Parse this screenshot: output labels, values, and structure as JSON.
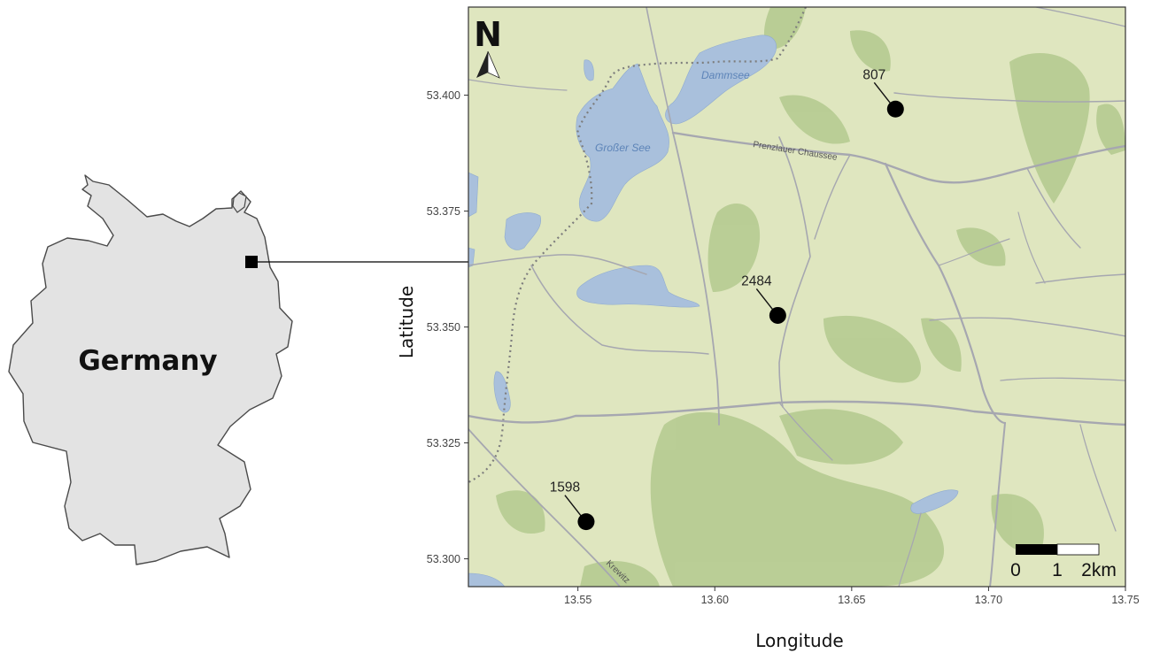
{
  "inset": {
    "country_label": "Germany"
  },
  "map": {
    "place_labels": {
      "lake_1": "Dammsee",
      "lake_2": "Großer See",
      "road_1": "Prenzlauer Chaussee",
      "road_2": "Krewitz"
    },
    "north_arrow": "N",
    "scale_bar": {
      "labels": [
        "0",
        "1",
        "2km"
      ],
      "segments_km": [
        1,
        1
      ]
    },
    "colors": {
      "land": "#dfe6bf",
      "forest": "#b3c98f",
      "water": "#a9c0dc",
      "road": "#a6a7b0",
      "border": "#7d7d7d"
    }
  },
  "chart_data": {
    "type": "scatter",
    "xlabel": "Longitude",
    "ylabel": "Latitude",
    "xlim": [
      13.51,
      13.75
    ],
    "ylim": [
      53.294,
      53.419
    ],
    "x_ticks": [
      "13.55",
      "13.60",
      "13.65",
      "13.70",
      "13.75"
    ],
    "y_ticks": [
      "53.300",
      "53.325",
      "53.350",
      "53.375",
      "53.400"
    ],
    "points": [
      {
        "label": "807",
        "lon": 13.666,
        "lat": 53.397
      },
      {
        "label": "2484",
        "lon": 13.623,
        "lat": 53.3525
      },
      {
        "label": "1598",
        "lon": 13.553,
        "lat": 53.308
      }
    ]
  }
}
